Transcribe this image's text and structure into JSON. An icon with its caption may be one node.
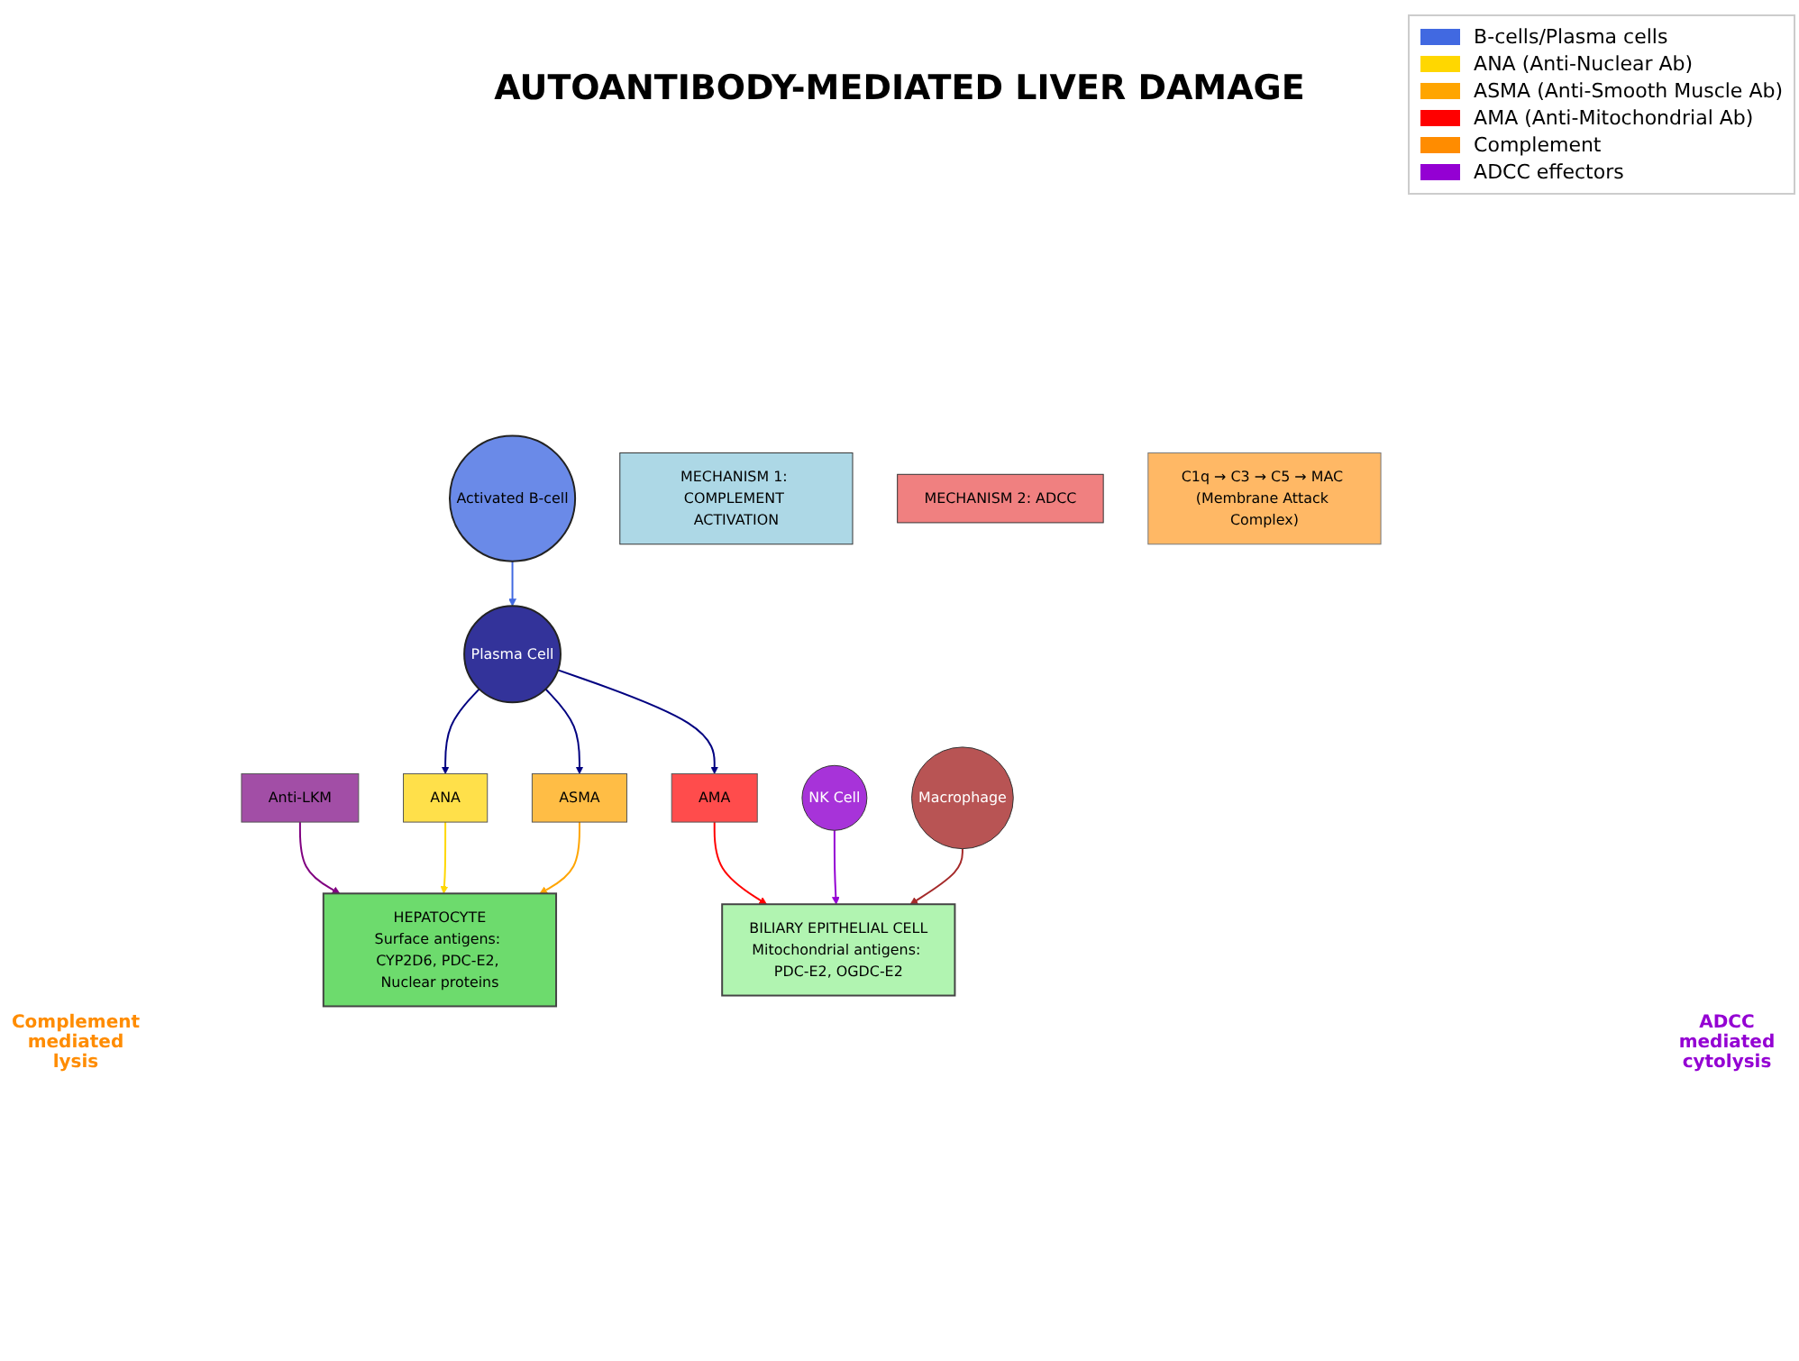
{
  "diagram": {
    "title": "AUTOANTIBODY-MEDIATED LIVER DAMAGE",
    "nodes": [
      {
        "text": [
          "Activated B-cell"
        ]
      },
      {
        "text": [
          "Plasma Cell"
        ]
      },
      {
        "text": [
          "Anti-LKM"
        ]
      },
      {
        "text": [
          "ANA"
        ]
      },
      {
        "text": [
          "ASMA"
        ]
      },
      {
        "text": [
          "AMA"
        ]
      },
      {
        "text": [
          "MECHANISM 1: COMPLEMENT ACTIVATION"
        ]
      },
      {
        "text": [
          "MECHANISM 2: ADCC"
        ]
      },
      {
        "text": [
          "C1q → C3 → C5 → MAC (Membrane Attack Complex)"
        ]
      },
      {
        "text": [
          "NK Cell"
        ]
      },
      {
        "text": [
          "Macrophage"
        ]
      },
      {
        "text": [
          "HEPATOCYTE",
          "Surface antigens: CYP2D6, PDC-E2, Nuclear proteins"
        ]
      },
      {
        "text": [
          "BILIARY EPITHELIAL CELL",
          "Mitochondrial antigens: PDC-E2, OGDC-E2"
        ]
      }
    ],
    "edges": [
      {
        "from": 0,
        "to": 1,
        "arrow": "to",
        "color": "#4169e1"
      },
      {
        "from": 1,
        "to": 3,
        "arrow": "to",
        "color": "#000080"
      },
      {
        "from": 1,
        "to": 4,
        "arrow": "to",
        "color": "#000080"
      },
      {
        "from": 1,
        "to": 5,
        "arrow": "to",
        "color": "#000080"
      },
      {
        "from": 2,
        "to": 11,
        "arrow": "to",
        "color": "#800080"
      },
      {
        "from": 3,
        "to": 11,
        "arrow": "to",
        "color": "#ffd700"
      },
      {
        "from": 4,
        "to": 11,
        "arrow": "to",
        "color": "#ffa500"
      },
      {
        "from": 5,
        "to": 12,
        "arrow": "to",
        "color": "#ff0000"
      },
      {
        "from": 9,
        "to": 12,
        "arrow": "to",
        "color": "#9400d3"
      },
      {
        "from": 10,
        "to": 12,
        "arrow": "to",
        "color": "#a52a2a"
      }
    ],
    "labels": [
      "Complement mediated lysis",
      "ADCC mediated cytolysis"
    ],
    "legend": [
      {
        "text": "B-cells/Plasma cells",
        "color": "#4169e1"
      },
      {
        "text": "ANA (Anti-Nuclear Ab)",
        "color": "#ffd700"
      },
      {
        "text": "ASMA (Anti-Smooth Muscle Ab)",
        "color": "#ffa500"
      },
      {
        "text": "AMA (Anti-Mitochondrial Ab)",
        "color": "#ff0000"
      },
      {
        "text": "Complement",
        "color": "#ff8c00"
      },
      {
        "text": "ADCC effectors",
        "color": "#9400d3"
      }
    ]
  }
}
